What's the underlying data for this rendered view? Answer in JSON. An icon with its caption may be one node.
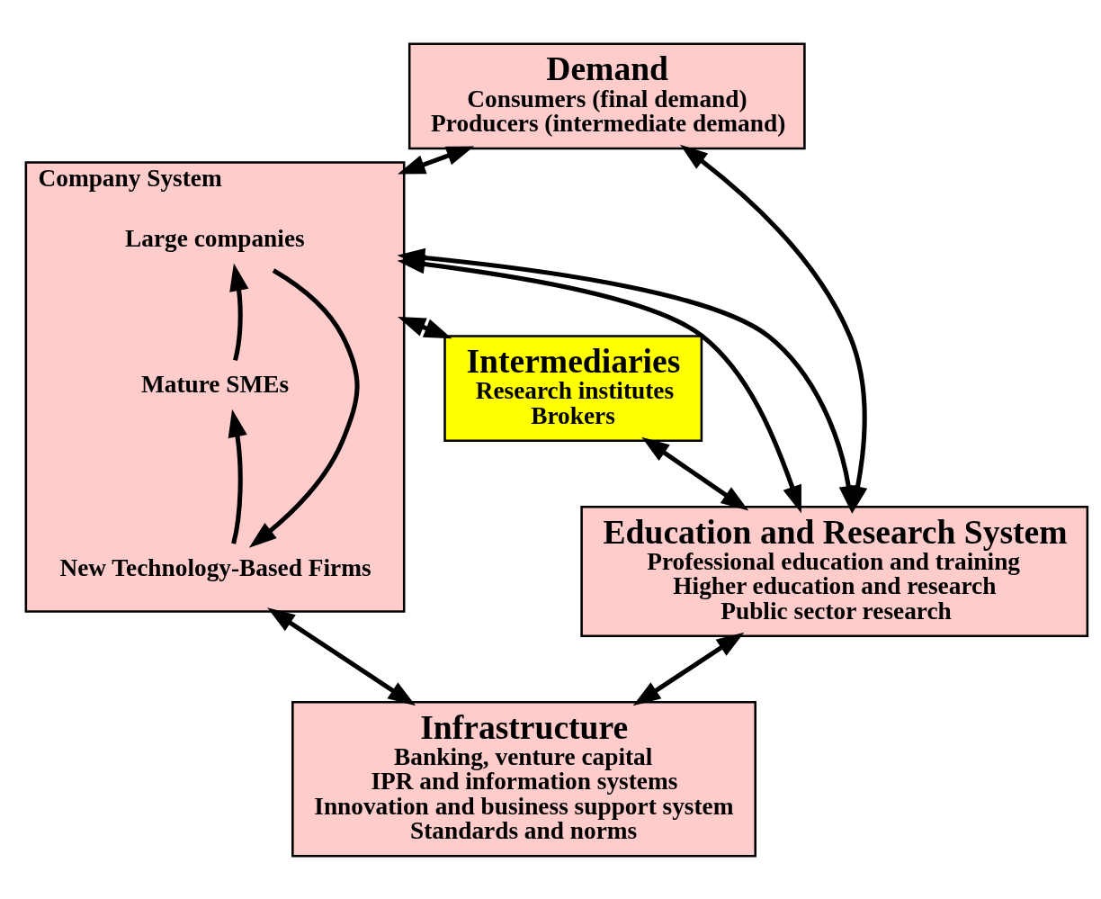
{
  "diagram": {
    "nodes": [
      {
        "text": [
          "Demand",
          "Consumers (final demand)",
          "Producers (intermediate demand)"
        ]
      },
      {
        "text": [
          "Company System"
        ]
      },
      {
        "text": [
          "Large companies"
        ],
        "in": 1
      },
      {
        "text": [
          "Mature SMEs"
        ],
        "in": 1
      },
      {
        "text": [
          "New Technology-Based Firms"
        ],
        "in": 1
      },
      {
        "text": [
          "Intermediaries",
          "Research institutes",
          "Brokers"
        ]
      },
      {
        "text": [
          "Education and Research System",
          "Professional education and training",
          "Higher education and research",
          "Public sector research"
        ]
      },
      {
        "text": [
          "Infrastructure",
          "Banking, venture capital",
          "IPR and information systems",
          "Innovation and business support system",
          "Standards and norms"
        ]
      }
    ],
    "edges": [
      {
        "from": 0,
        "to": 1,
        "arrow": "both"
      },
      {
        "from": 0,
        "to": 6,
        "arrow": "both"
      },
      {
        "from": 1,
        "to": 6,
        "arrow": "both"
      },
      {
        "from": 1,
        "to": 5,
        "arrow": "both"
      },
      {
        "from": 5,
        "to": 6,
        "arrow": "both"
      },
      {
        "from": 1,
        "to": 6,
        "arrow": "both"
      },
      {
        "from": 1,
        "to": 7,
        "arrow": "both"
      },
      {
        "from": 6,
        "to": 7,
        "arrow": "both"
      },
      {
        "from": 3,
        "to": 2,
        "arrow": "to"
      },
      {
        "from": 4,
        "to": 3,
        "arrow": "to"
      },
      {
        "from": 2,
        "to": 4,
        "arrow": "to"
      }
    ]
  }
}
